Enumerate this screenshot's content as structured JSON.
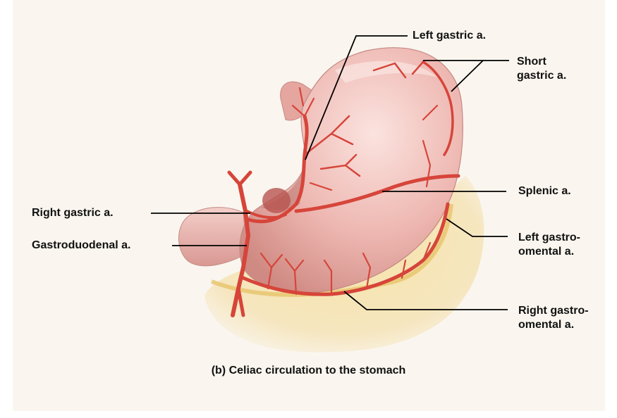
{
  "labels": {
    "left_gastric": "Left gastric a.",
    "short_gastric": "Short\ngastric a.",
    "splenic": "Splenic a.",
    "right_gastric": "Right gastric a.",
    "gastroduodenal": "Gastroduodenal a.",
    "left_gastroomental": "Left gastro-\nomental a.",
    "right_gastroomental": "Right gastro-\nomental a."
  },
  "caption": "(b) Celiac circulation to the stomach",
  "colors": {
    "panel": "#faf6ef",
    "stomach": "#e8a9a3",
    "artery": "#d6453a",
    "omentum": "#f3d98f",
    "leader": "#000000"
  }
}
